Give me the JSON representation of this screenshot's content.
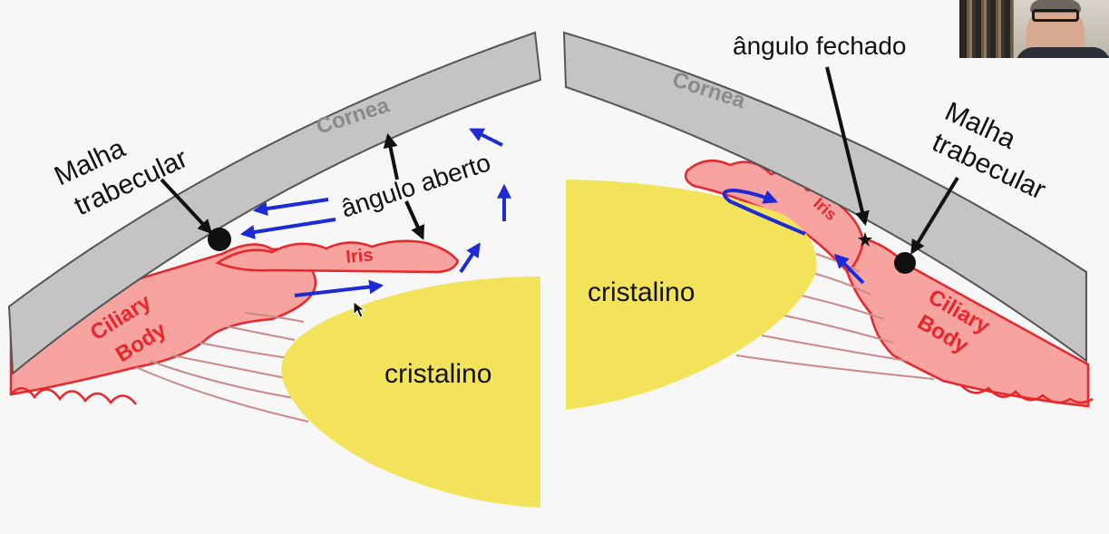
{
  "left": {
    "cornea_label": "Cornea",
    "trabecular_label_line1": "Malha",
    "trabecular_label_line2": "trabecular",
    "angle_label": "ângulo aberto",
    "iris_label": "Iris",
    "ciliary_label_line1": "Ciliary",
    "ciliary_label_line2": "Body",
    "lens_label": "cristalino"
  },
  "right": {
    "cornea_label": "Cornea",
    "trabecular_label_line1": "Malha",
    "trabecular_label_line2": "trabecular",
    "angle_label": "ângulo fechado",
    "iris_label": "Iris",
    "ciliary_label_line1": "Ciliary",
    "ciliary_label_line2": "Body",
    "lens_label": "cristalino"
  },
  "colors": {
    "cornea_fill": "#c4c4c4",
    "cornea_stroke": "#555555",
    "tissue_fill": "#f7a3a0",
    "tissue_stroke": "#e8262b",
    "lens_fill": "#f2e35a",
    "flow_arrow": "#1c2bd6",
    "pointer_arrow": "#111111",
    "label_red": "#e8262b",
    "label_gray": "#8a8a8a"
  },
  "icons": {
    "flow": "blue-flow-arrow-icon",
    "pointer": "black-pointer-arrow-icon",
    "cursor": "mouse-cursor-icon"
  },
  "webcam": {
    "description_icon": "presenter-webcam-thumbnail"
  }
}
